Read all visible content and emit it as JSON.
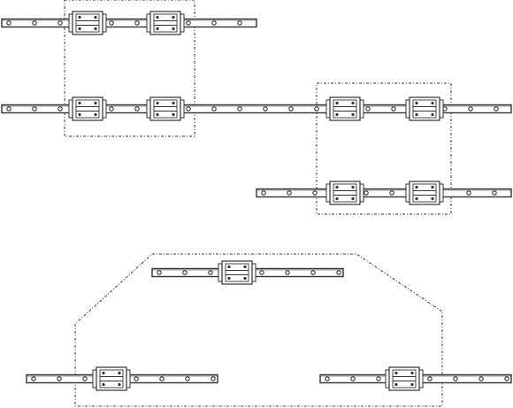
{
  "diagram": {
    "stroke_color": "#333333",
    "rail_fill": "#ffffff",
    "hole_fill": "#ffffff",
    "block_fill": "#ffffff",
    "groups": [
      {
        "name": "top-left-group",
        "style": "dashed-rectangle"
      },
      {
        "name": "right-group",
        "style": "dashed-rectangle"
      },
      {
        "name": "bottom-group",
        "style": "dashed-octagon"
      }
    ],
    "rails": [
      {
        "name": "rail-1",
        "blocks": 2
      },
      {
        "name": "rail-2",
        "blocks": 4
      },
      {
        "name": "rail-3",
        "blocks": 2
      },
      {
        "name": "rail-4",
        "blocks": 1
      },
      {
        "name": "rail-5",
        "blocks": 1
      },
      {
        "name": "rail-6",
        "blocks": 1
      }
    ]
  }
}
